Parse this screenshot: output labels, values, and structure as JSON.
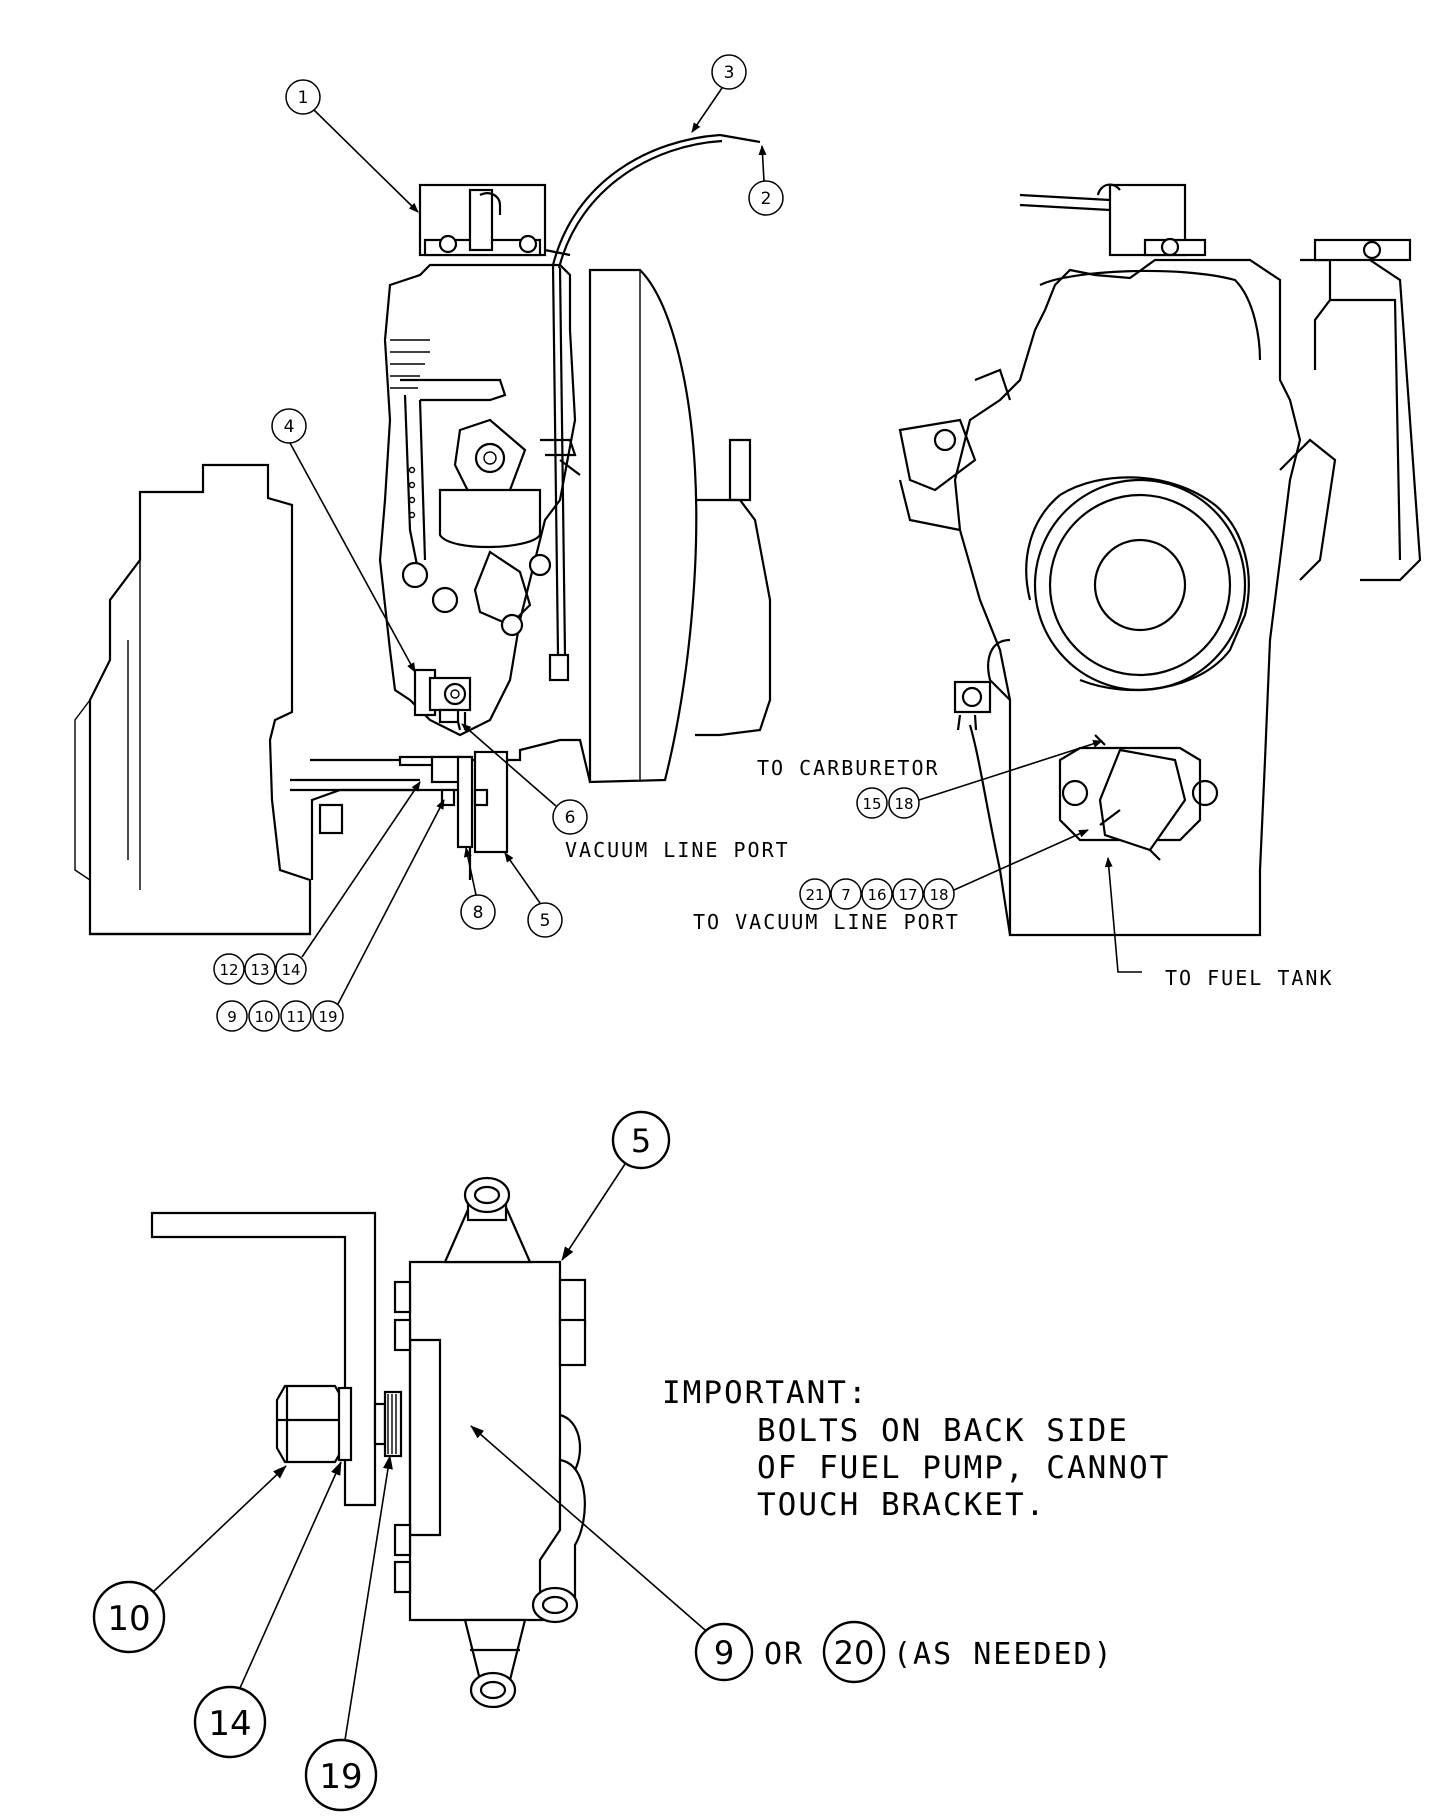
{
  "balloons_top": [
    "1",
    "2",
    "3",
    "4",
    "5",
    "6",
    "8"
  ],
  "group_a": [
    "12",
    "13",
    "14"
  ],
  "group_b": [
    "9",
    "10",
    "11",
    "19"
  ],
  "group_c": [
    "15",
    "18"
  ],
  "group_d": [
    "21",
    "7",
    "16",
    "17",
    "18"
  ],
  "labels": {
    "vacuum_line_port": "VACUUM LINE PORT",
    "to_carburetor": "TO CARBURETOR",
    "to_vacuum_line_port": "TO VACUUM LINE PORT",
    "to_fuel_tank": "TO FUEL TANK"
  },
  "detail": {
    "balloon_5": "5",
    "balloon_10": "10",
    "balloon_14": "14",
    "balloon_19": "19",
    "balloon_9": "9",
    "balloon_20": "20",
    "or_text": "OR",
    "as_needed": "(AS NEEDED)",
    "important_title": "IMPORTANT:",
    "important_lines": [
      "BOLTS ON BACK SIDE",
      "OF FUEL PUMP, CANNOT",
      "TOUCH BRACKET."
    ]
  }
}
